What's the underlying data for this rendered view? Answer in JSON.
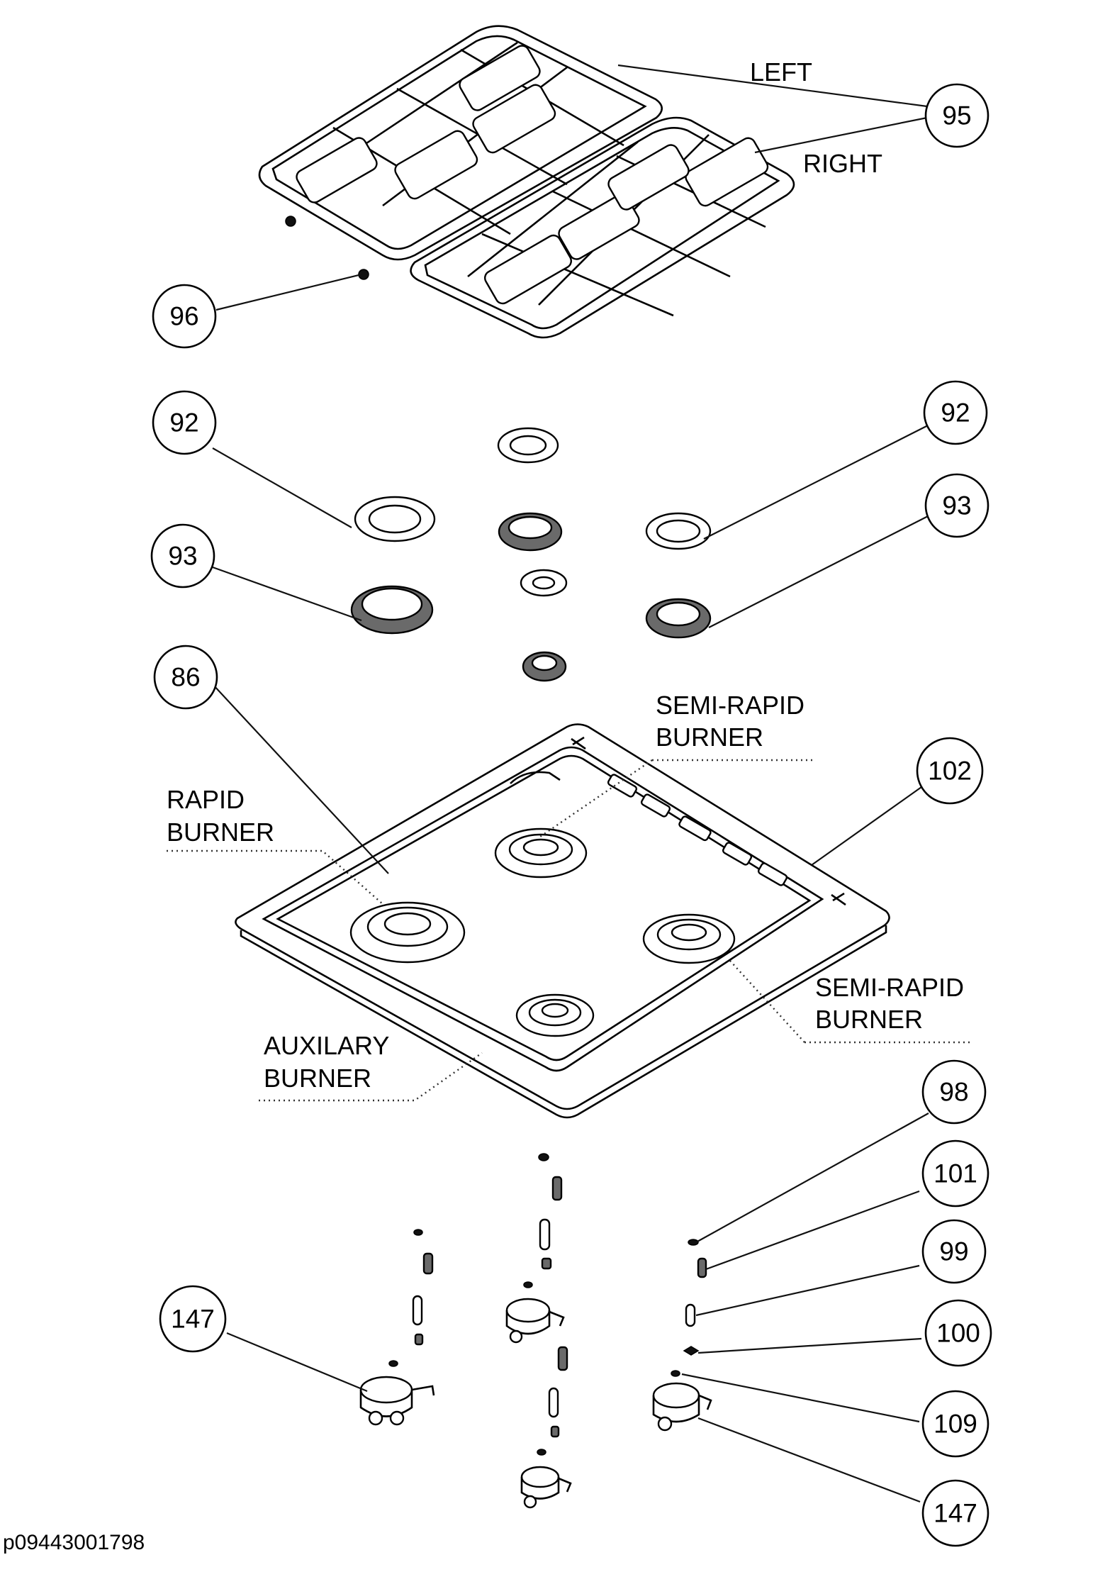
{
  "diagram": {
    "document_code": "p09443001798",
    "labels": {
      "left": "LEFT",
      "right": "RIGHT",
      "semi_rapid_top_line1": "SEMI-RAPID",
      "semi_rapid_top_line2": "BURNER",
      "rapid_line1": "RAPID",
      "rapid_line2": "BURNER",
      "semi_rapid_right_line1": "SEMI-RAPID",
      "semi_rapid_right_line2": "BURNER",
      "auxiliary_line1": "AUXILARY",
      "auxiliary_line2": "BURNER"
    },
    "callouts": {
      "c95": "95",
      "c96": "96",
      "c92_left": "92",
      "c92_right": "92",
      "c93_left": "93",
      "c93_right": "93",
      "c86": "86",
      "c102": "102",
      "c98": "98",
      "c101": "101",
      "c99": "99",
      "c100": "100",
      "c109": "109",
      "c147_left": "147",
      "c147_right": "147"
    }
  }
}
